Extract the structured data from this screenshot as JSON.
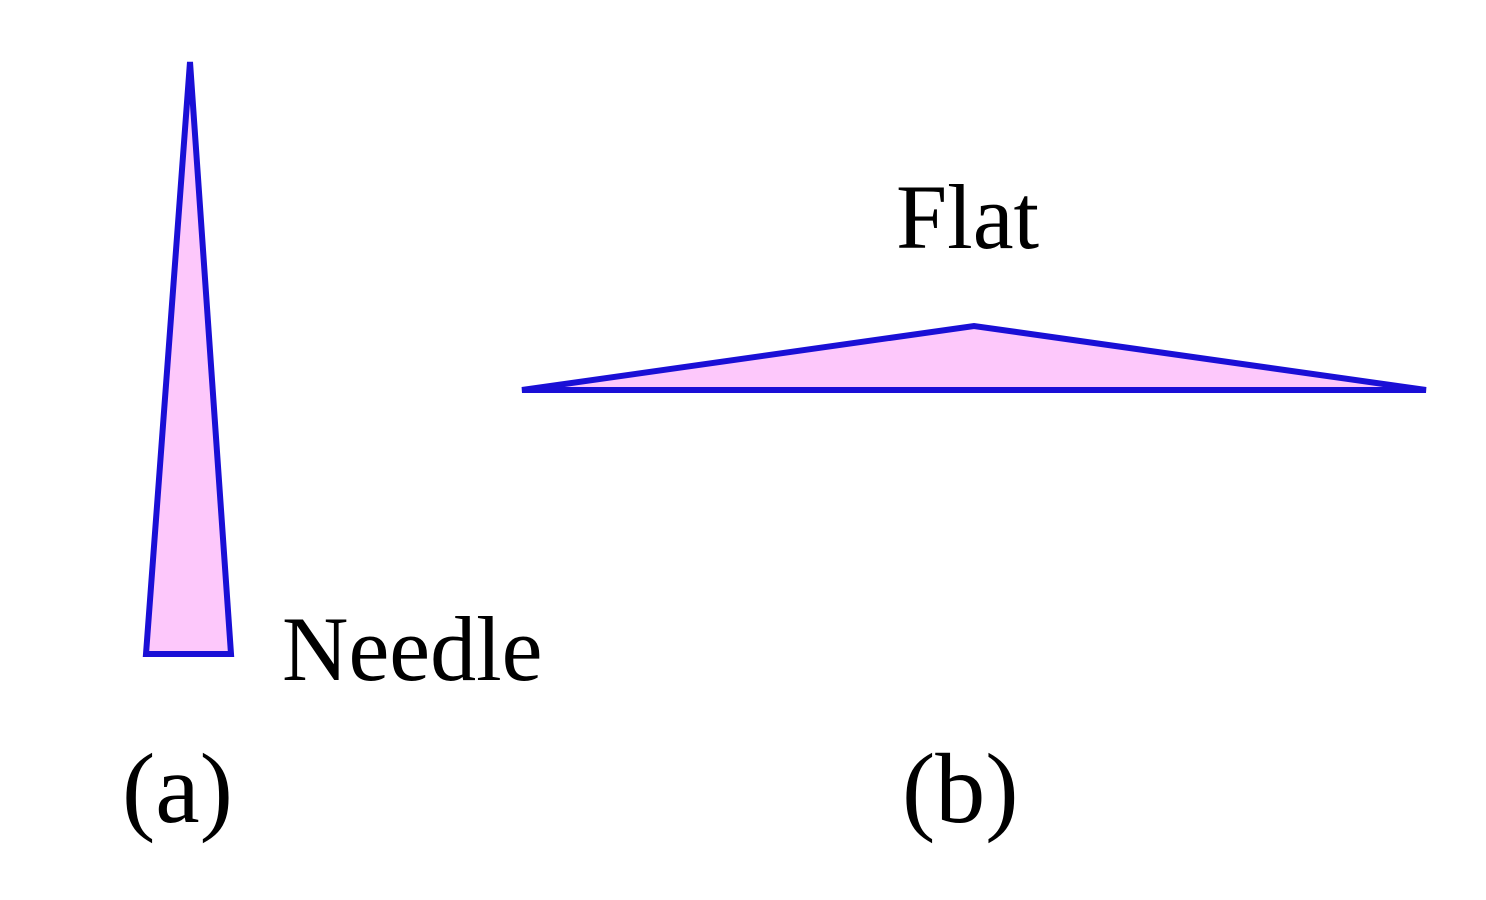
{
  "colors": {
    "outline": "#1a0fd6",
    "fill": "#fdc8fb",
    "text": "#000000",
    "background": "#ffffff"
  },
  "panels": [
    {
      "id": "a",
      "shape": "needle triangle",
      "shape_label": "Needle",
      "caption": "(a)"
    },
    {
      "id": "b",
      "shape": "flat triangle",
      "shape_label": "Flat",
      "caption": "(b)"
    }
  ]
}
